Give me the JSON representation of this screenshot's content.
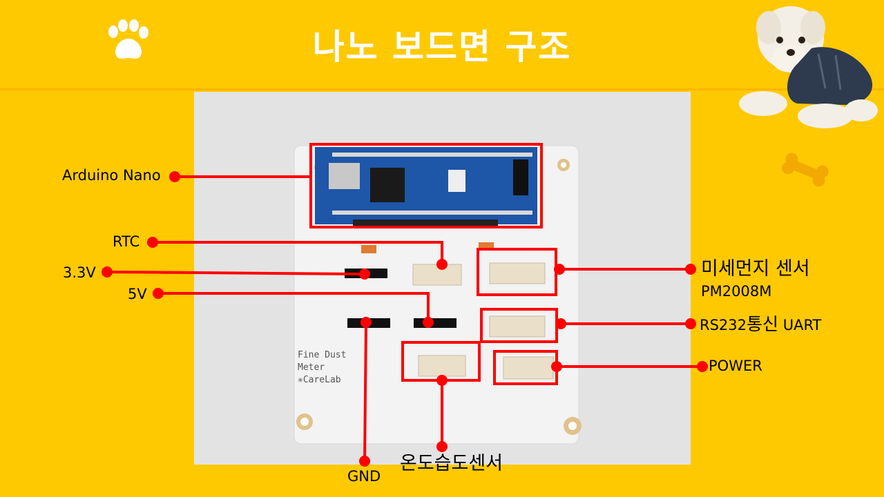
{
  "slide": {
    "title": "나노 보드면 구조"
  },
  "board": {
    "silkscreen": [
      "Fine Dust",
      "Meter",
      "✳CareLab"
    ]
  },
  "labels": {
    "arduino": "Arduino Nano",
    "rtc": "RTC",
    "v33": "3.3V",
    "v5": "5V",
    "gnd": "GND",
    "temp": "온도습도센서",
    "dust": "미세먼지 센서",
    "dust_model": "PM2008M",
    "rs232_prefix": "RS232",
    "rs232_korean": "통신",
    "rs232_suffix": " UART",
    "power": "POWER"
  },
  "colors": {
    "background": "#FFC900",
    "callout": "#FF0000",
    "title": "#FFFFFF",
    "board": "#ECECEC",
    "nano": "#1E56A8"
  }
}
